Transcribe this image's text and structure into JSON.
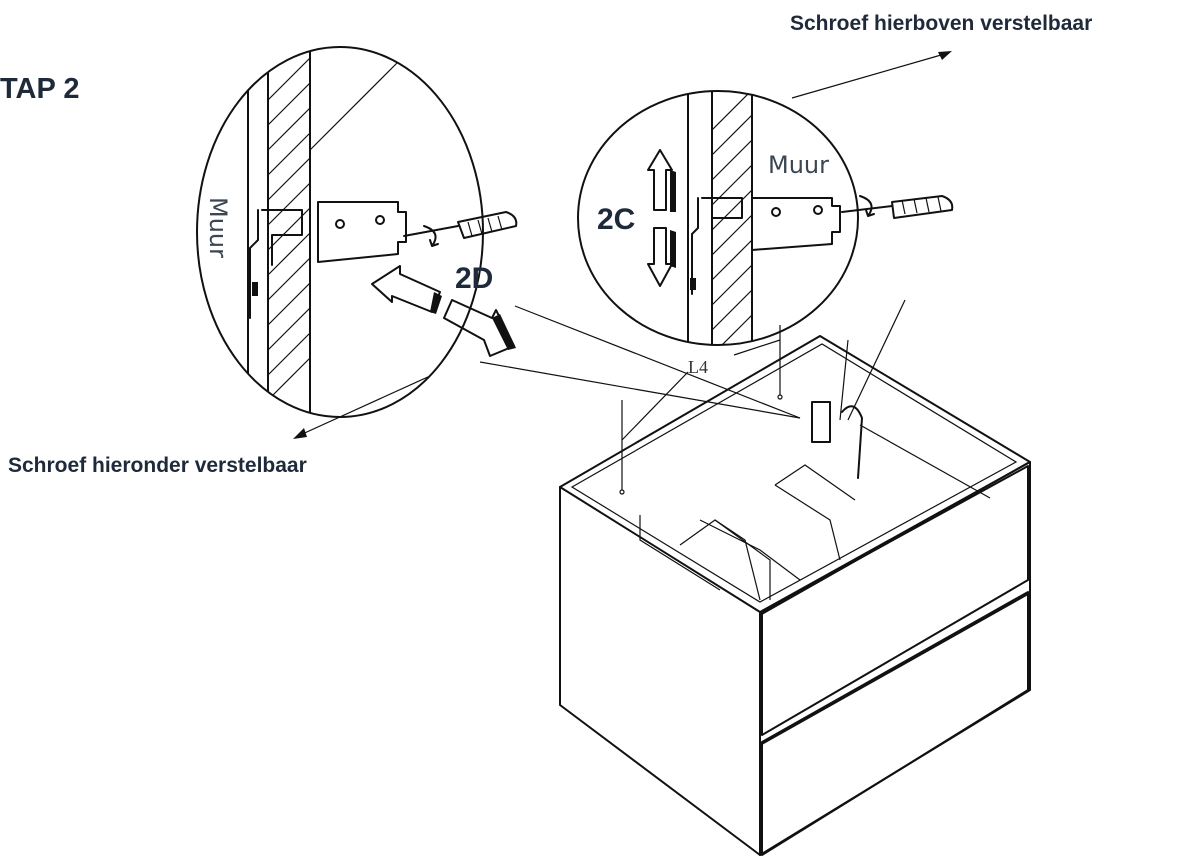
{
  "step": {
    "title": "TAP 2"
  },
  "notes": {
    "top": "Schroef hierboven verstelbaar",
    "bottom": "Schroef hieronder verstelbaar"
  },
  "callouts": {
    "left_code": "2D",
    "right_code": "2C",
    "wall_left": "Muur",
    "wall_right": "Muur"
  },
  "dimension": {
    "label": "L4"
  },
  "icons": [
    "screwdriver-icon",
    "rotate-arrow-icon",
    "adjust-arrow-icon",
    "hanging-bracket-icon"
  ]
}
